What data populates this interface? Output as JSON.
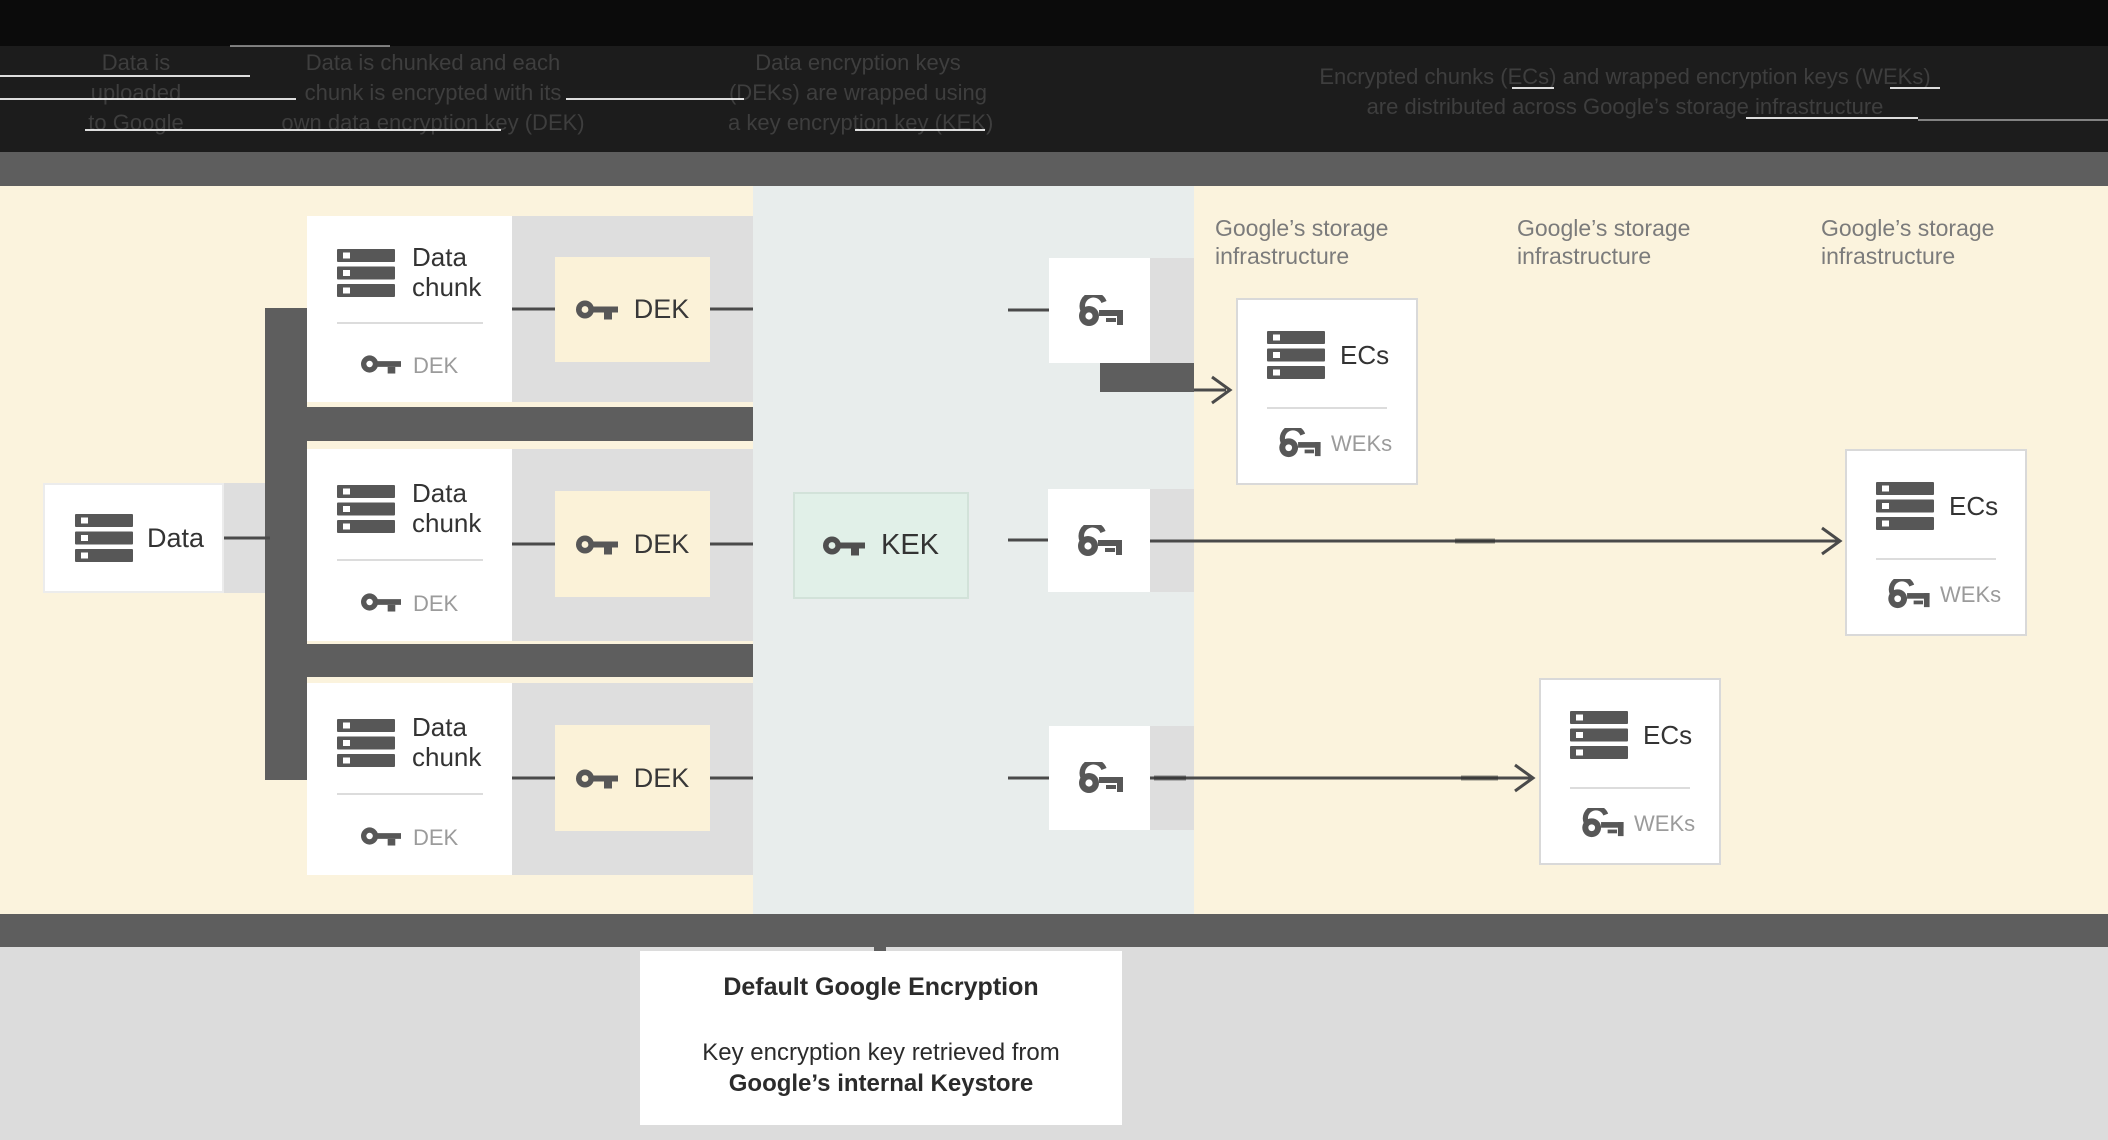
{
  "header": {
    "steps": [
      {
        "lines": [
          "Data is",
          "uploaded",
          "to Google"
        ]
      },
      {
        "lines": [
          "Data is chunked and each",
          "chunk is encrypted with its",
          "own data encryption key (DEK)"
        ]
      },
      {
        "lines": [
          "Data encryption keys",
          "(DEKs) are wrapped using",
          "a key encryption key (KEK)"
        ]
      },
      {
        "lines": [
          "Encrypted chunks (ECs) and wrapped encryption keys (WEKs)",
          "are distributed across Google’s storage infrastructure"
        ]
      }
    ]
  },
  "diagram": {
    "data_box": {
      "label": "Data"
    },
    "chunk_cards": [
      {
        "title": "Data chunk",
        "key_label": "DEK"
      },
      {
        "title": "Data chunk",
        "key_label": "DEK"
      },
      {
        "title": "Data chunk",
        "key_label": "DEK"
      }
    ],
    "dek_boxes": [
      {
        "label": "DEK"
      },
      {
        "label": "DEK"
      },
      {
        "label": "DEK"
      }
    ],
    "kek_box": {
      "label": "KEK"
    },
    "storage_labels": [
      {
        "text": "Google’s storage infrastructure"
      },
      {
        "text": "Google’s storage infrastructure"
      },
      {
        "text": "Google’s storage infrastructure"
      }
    ],
    "ec_boxes": [
      {
        "title": "ECs",
        "key_label": "WEKs"
      },
      {
        "title": "ECs",
        "key_label": "WEKs"
      },
      {
        "title": "ECs",
        "key_label": "WEKs"
      }
    ]
  },
  "caption_card": {
    "title": "Default Google Encryption",
    "body_line1": "Key encryption key retrieved from",
    "body_line2": "Google’s internal Keystore"
  },
  "icons": {
    "database_icon": "three stacked server bars",
    "key_icon": "round-head key with tooth",
    "wrapped_key_icon": "key with swirl ring"
  },
  "colors": {
    "header_background": "#1c1c1c",
    "separator_bar": "#5e5e5e",
    "diagram_background": "#fbf3dd",
    "kek_panel_background": "#e8edec",
    "row_strip": "#dedede",
    "footer_background": "#dcdcdc",
    "dek_box_fill": "#fbf2d8",
    "kek_box_fill": "#e1f0e8",
    "card_background": "#ffffff",
    "icon_gray": "#575757",
    "muted_label": "#9b9b9b",
    "connector": "#4a4a4a"
  }
}
